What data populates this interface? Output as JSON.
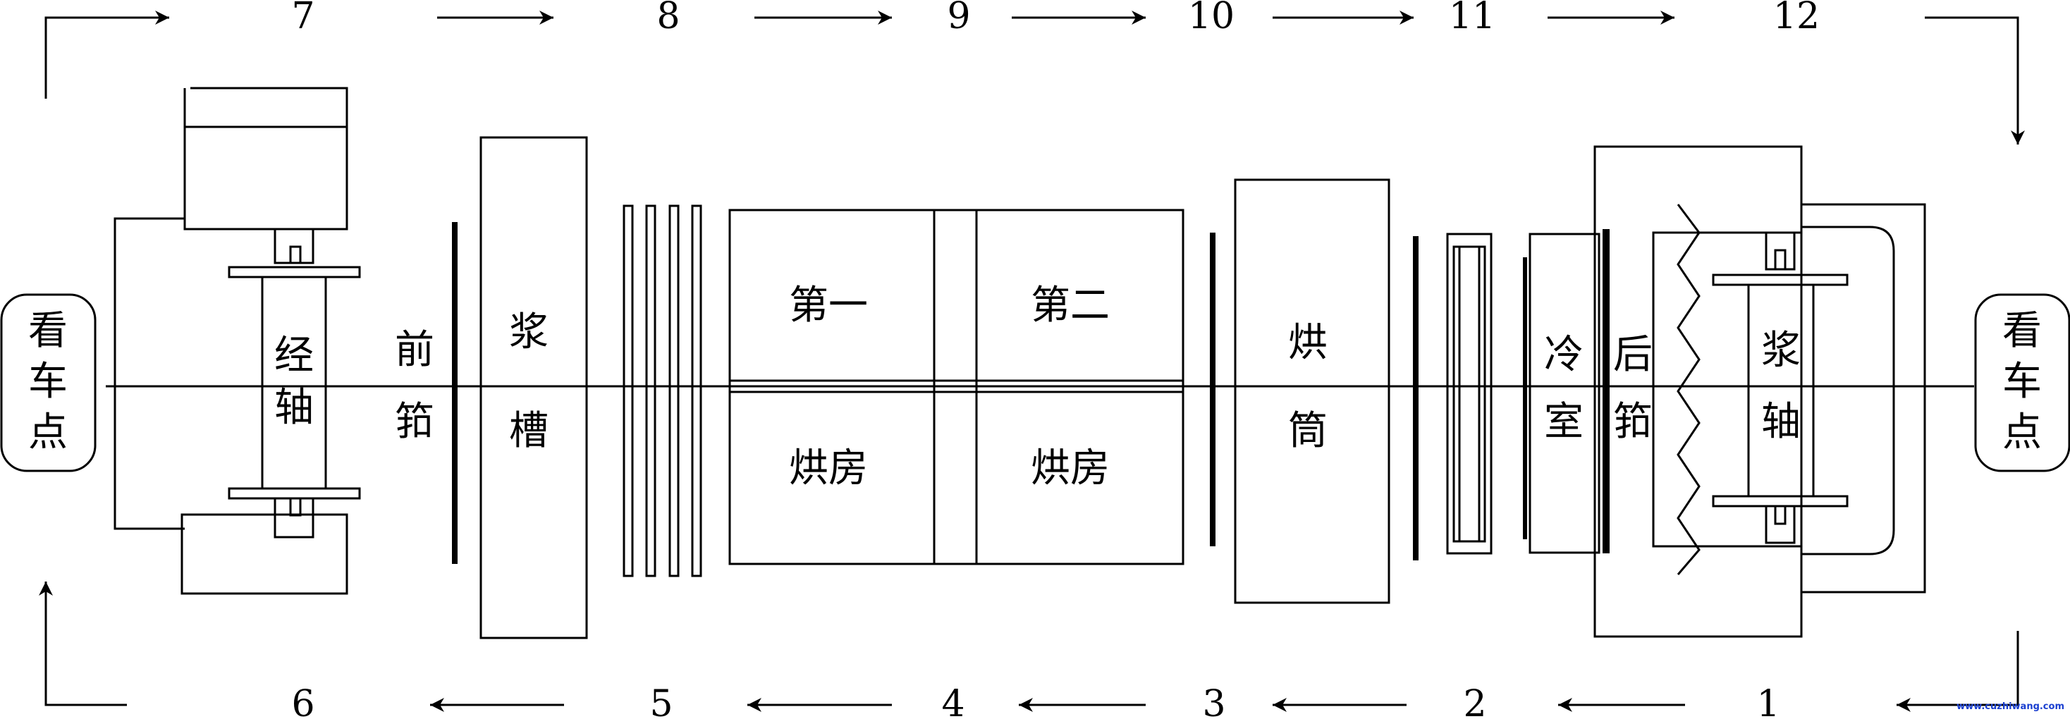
{
  "step_numbers_top": [
    "7",
    "8",
    "9",
    "10",
    "11",
    "12"
  ],
  "step_numbers_bottom": [
    "1",
    "2",
    "3",
    "4",
    "5",
    "6"
  ],
  "labels": {
    "left_checkpoint": [
      "看",
      "车",
      "点"
    ],
    "warp_beam": [
      "经",
      "轴"
    ],
    "front_reed": [
      "前",
      "筘"
    ],
    "size_box": [
      "浆",
      "槽"
    ],
    "drying_room_1": [
      "第一",
      "烘房"
    ],
    "drying_room_2": [
      "第二",
      "烘房"
    ],
    "drying_cylinder": [
      "烘",
      "筒"
    ],
    "cooling_room": [
      "冷",
      "室"
    ],
    "rear_reed": [
      "后",
      "筘"
    ],
    "sizing_beam": [
      "浆",
      "轴"
    ],
    "right_checkpoint": [
      "看",
      "车",
      "点"
    ]
  },
  "watermark": "www.cuzhiwang.com"
}
